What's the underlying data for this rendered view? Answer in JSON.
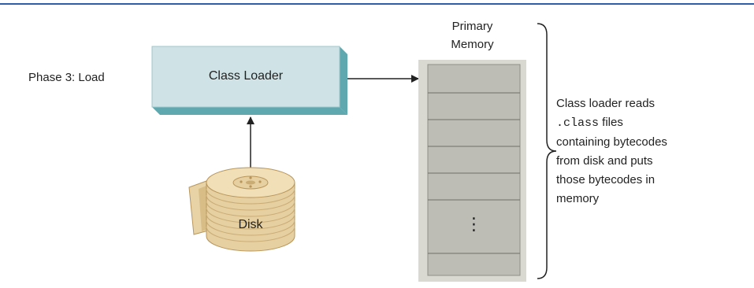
{
  "phase_label": "Phase 3: Load",
  "class_loader": {
    "label": "Class Loader"
  },
  "disk": {
    "label": "Disk"
  },
  "memory": {
    "title_line1": "Primary",
    "title_line2": "Memory",
    "ellipsis": "⋮"
  },
  "description": {
    "line1": "Class loader reads",
    "line2_code": ".class",
    "line2_rest": " files",
    "line3": "containing bytecodes",
    "line4": "from disk and puts",
    "line5": "those bytecodes in",
    "line6": "memory"
  },
  "colors": {
    "top_rule": "#2f5fa8",
    "loader_face": "#cfe3e6",
    "loader_edge_dark": "#5fa8b0",
    "loader_edge_light": "#a9d2d6",
    "memory_face": "#bdbdb5",
    "memory_edge": "#d9d9d2",
    "disk_gold": "#e6cfa0",
    "disk_gold_dark": "#b8965a"
  }
}
